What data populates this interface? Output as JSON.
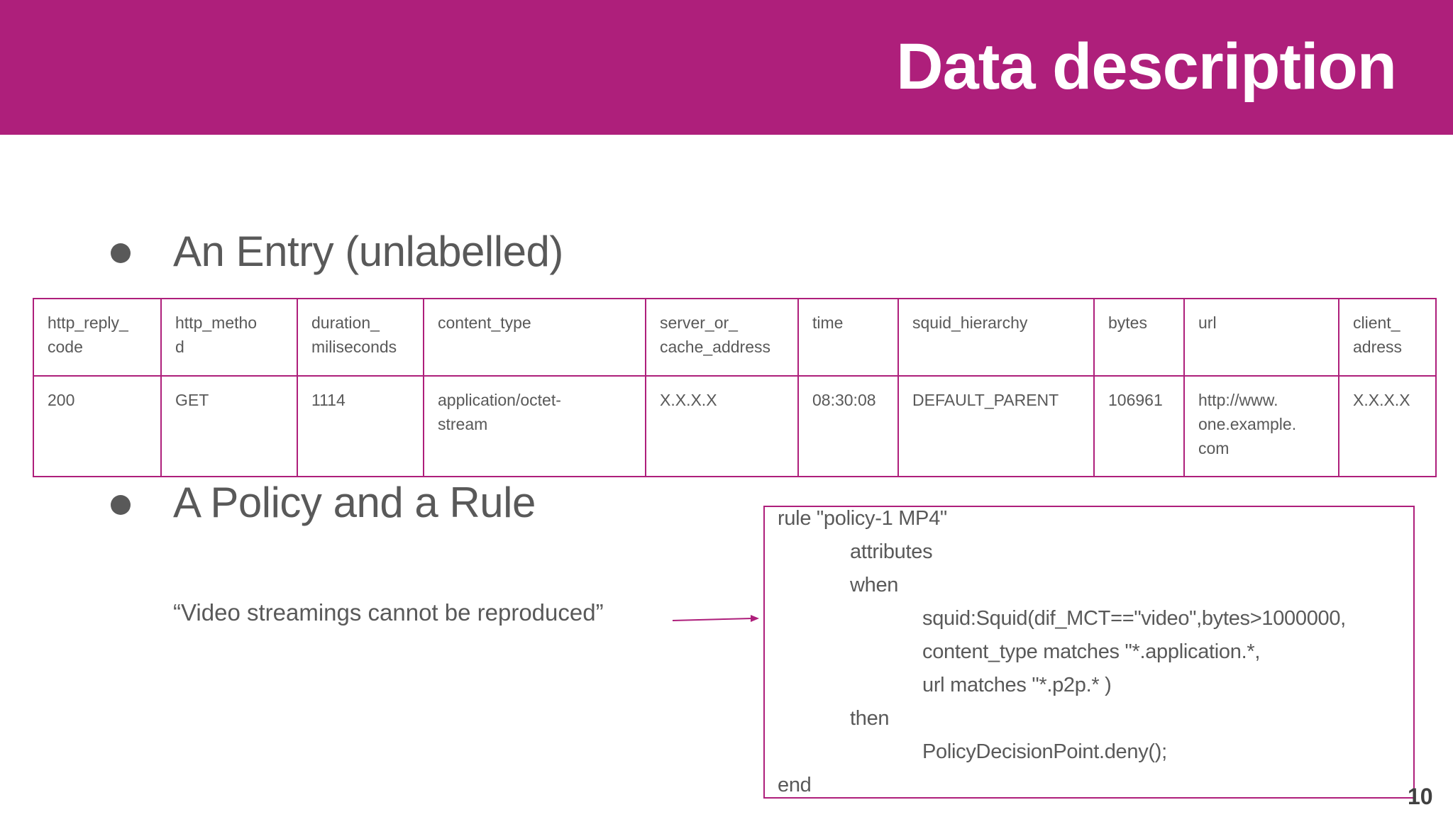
{
  "slide": {
    "title": "Data description",
    "page_number": "10",
    "accent_color": "#AE1F7B"
  },
  "bullets": [
    {
      "text": "An Entry (unlabelled)"
    },
    {
      "text": "A Policy and a Rule"
    }
  ],
  "entry_table": {
    "headers": [
      "http_reply_\ncode",
      "http_metho\nd",
      "duration_\nmiliseconds",
      "content_type",
      "server_or_\ncache_address",
      "time",
      "squid_hierarchy",
      "bytes",
      "url",
      "client_\nadress"
    ],
    "row": [
      "200",
      "GET",
      "1114",
      "application/octet-\nstream",
      "X.X.X.X",
      "08:30:08",
      "DEFAULT_PARENT",
      "106961",
      "http://www.\none.example.\ncom",
      "X.X.X.X"
    ]
  },
  "quote": "“Video streamings cannot be reproduced”",
  "rule_code": {
    "lines": [
      "rule \"policy-1 MP4\"",
      "attributes",
      "when",
      "squid:Squid(dif_MCT==\"video\",bytes>1000000,",
      "content_type matches \"*.application.*,",
      "url matches \"*.p2p.* )",
      "then",
      "PolicyDecisionPoint.deny();",
      "end"
    ]
  }
}
